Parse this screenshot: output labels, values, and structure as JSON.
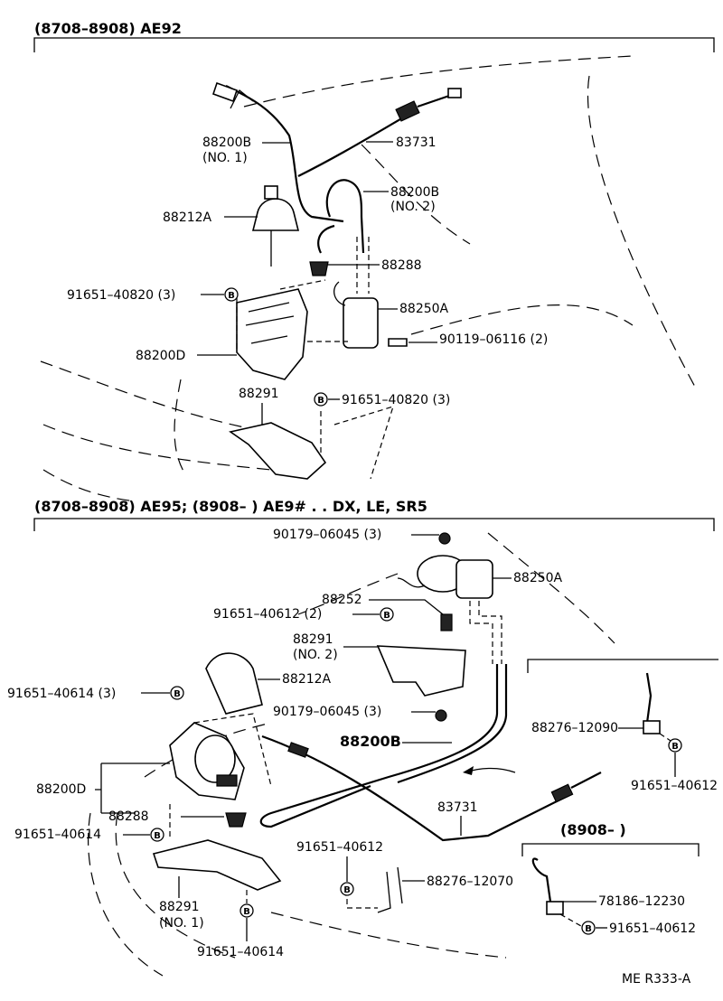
{
  "top_section": {
    "header": "(8708–8908) AE92",
    "labels": {
      "p88200B_no1": "88200B",
      "p88200B_no1_sub": "(NO. 1)",
      "p83731": "83731",
      "p88200B_no2": "88200B",
      "p88200B_no2_sub": "(NO. 2)",
      "p88212A": "88212A",
      "p88288": "88288",
      "p91651_40820_3a": "91651–40820 (3)",
      "p88250A": "88250A",
      "p90119_06116": "90119–06116 (2)",
      "p88200D": "88200D",
      "p88291": "88291",
      "p91651_40820_3b": "91651–40820 (3)"
    }
  },
  "bottom_section": {
    "header": "(8708–8908)  AE95; (8908–        )  AE9# . . DX, LE, SR5",
    "labels": {
      "p90179_06045_a": "90179–06045 (3)",
      "p88250A": "88250A",
      "p88252": "88252",
      "p91651_40612_2": "91651–40612 (2)",
      "p88291_no2": "88291",
      "p88291_no2_sub": "(NO. 2)",
      "p88212A": "88212A",
      "p91651_40614_3": "91651–40614 (3)",
      "p90179_06045_b": "90179–06045 (3)",
      "p88200B": "88200B",
      "p88276_12090": "88276–12090",
      "p91651_40612_r": "91651–40612",
      "p88200D": "88200D",
      "p88288": "88288",
      "p83731": "83731",
      "p91651_40614_l": "91651–40614",
      "p91651_40612_m": "91651–40612",
      "p88276_12070": "88276–12070",
      "p88291_no1": "88291",
      "p88291_no1_sub": "(NO. 1)",
      "p91651_40614_b": "91651–40614",
      "inset_header": "(8908–        )",
      "p78186_12230": "78186–12230",
      "p91651_40612_inset": "91651–40612"
    }
  },
  "bolt_marker": "B",
  "footer_ref": "ME  R333-A"
}
